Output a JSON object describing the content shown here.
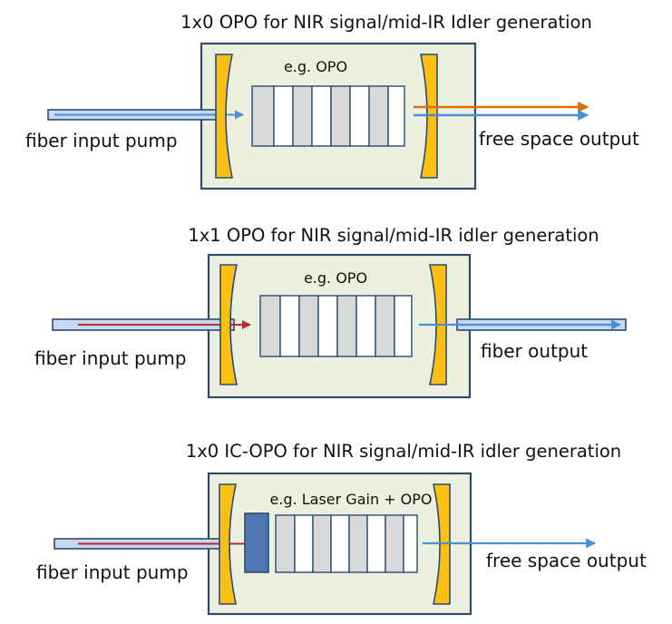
{
  "colors": {
    "box_fill": "#ebf1de",
    "box_stroke": "#2f4a6f",
    "mirror": "#fcbf14",
    "crystal_gray": "#d9d9d9",
    "crystal_white": "#ffffff",
    "fiber": "#c5d9f1",
    "gain_medium": "#4f78b2",
    "pump_blue": "#4a90d9",
    "pump_red": "#c0282d",
    "idler_orange": "#e36c0a",
    "signal_blue": "#4a90d9"
  },
  "panels": [
    {
      "id": "panel-1",
      "title": "1x0 OPO for NIR signal/mid-IR Idler generation",
      "inner_label": "e.g. OPO",
      "input_label": "fiber input pump",
      "output_label": "free space output",
      "output_type": "free-space",
      "pump_color": "blue",
      "has_gain_medium": false,
      "output_beams": [
        "idler-orange",
        "signal-blue"
      ]
    },
    {
      "id": "panel-2",
      "title": "1x1 OPO for NIR signal/mid-IR idler generation",
      "inner_label": "e.g. OPO",
      "input_label": "fiber input pump",
      "output_label": "fiber output",
      "output_type": "fiber",
      "pump_color": "red",
      "has_gain_medium": false,
      "output_beams": [
        "signal-blue"
      ]
    },
    {
      "id": "panel-3",
      "title": "1x0 IC-OPO for NIR signal/mid-IR idler generation",
      "inner_label": "e.g. Laser Gain + OPO",
      "input_label": "fiber input pump",
      "output_label": "free space output",
      "output_type": "free-space",
      "pump_color": "red",
      "has_gain_medium": true,
      "output_beams": [
        "signal-blue"
      ]
    }
  ]
}
